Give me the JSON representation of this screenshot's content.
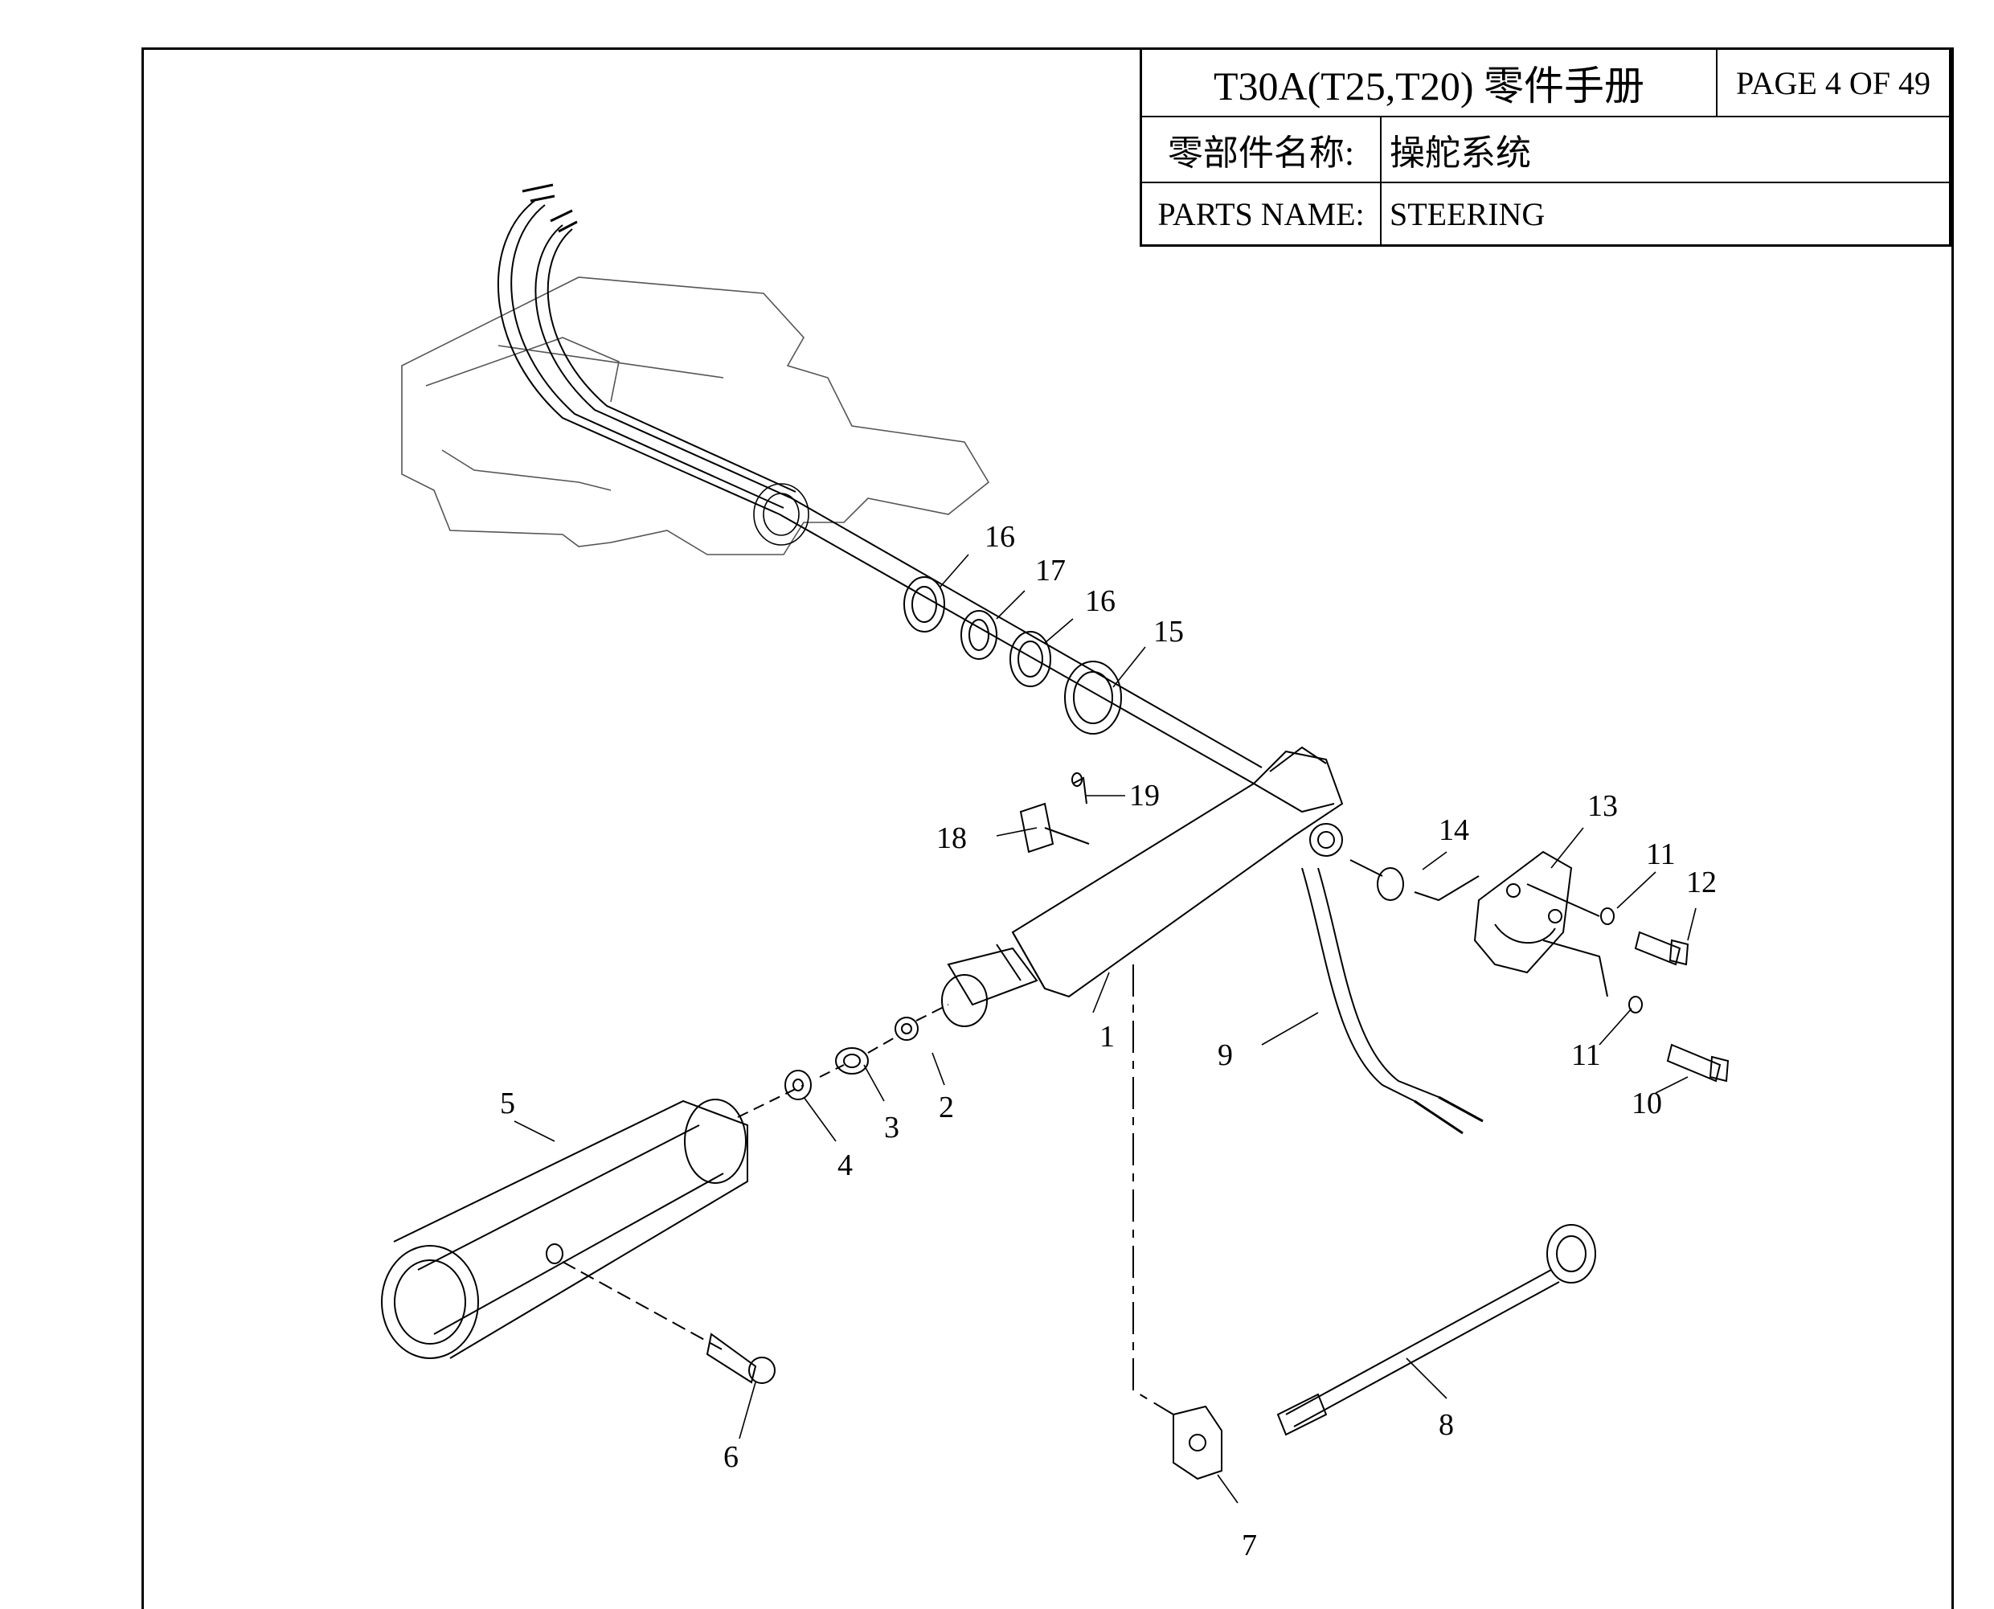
{
  "title_block": {
    "manual_title": "T30A(T25,T20) 零件手册",
    "page_info": "PAGE 4 OF 49",
    "cn_label": "零部件名称:",
    "cn_value": "操舵系统",
    "en_label": "PARTS NAME:",
    "en_value": "STEERING"
  },
  "callouts": [
    "1",
    "2",
    "3",
    "4",
    "5",
    "6",
    "7",
    "8",
    "9",
    "10",
    "11",
    "11",
    "12",
    "13",
    "14",
    "15",
    "16",
    "16",
    "17",
    "18",
    "19"
  ]
}
